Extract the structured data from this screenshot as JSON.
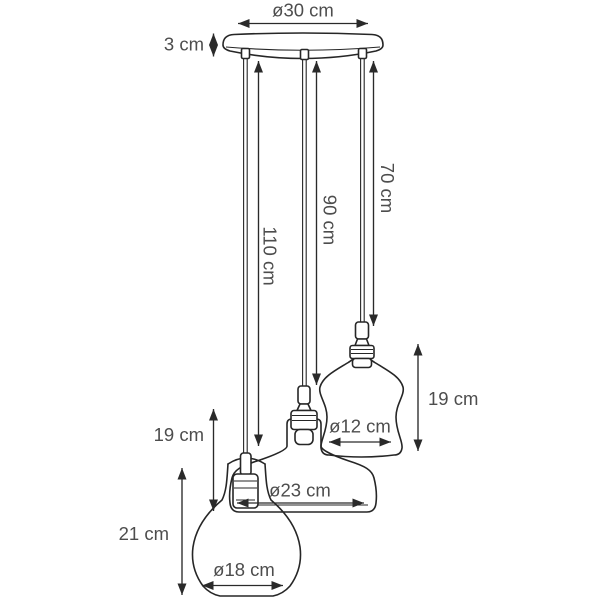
{
  "meta": {
    "description": "Technical dimension line-drawing of a three-shade glass pendant ceiling lamp"
  },
  "labels": {
    "canopy_diameter": "ø30 cm",
    "canopy_height": "3 cm",
    "drop_left": "110 cm",
    "drop_middle": "90 cm",
    "drop_right": "70 cm",
    "shade_right_height": "19 cm",
    "shade_right_diameter": "ø12 cm",
    "shade_middle_height": "19 cm",
    "shade_middle_diameter": "ø23 cm",
    "shade_left_height": "21 cm",
    "shade_left_diameter": "ø18 cm"
  },
  "colors": {
    "background": "#ffffff",
    "line": "#262626",
    "dimension_line": "#2a2a2a",
    "text": "#4d4d4d"
  }
}
